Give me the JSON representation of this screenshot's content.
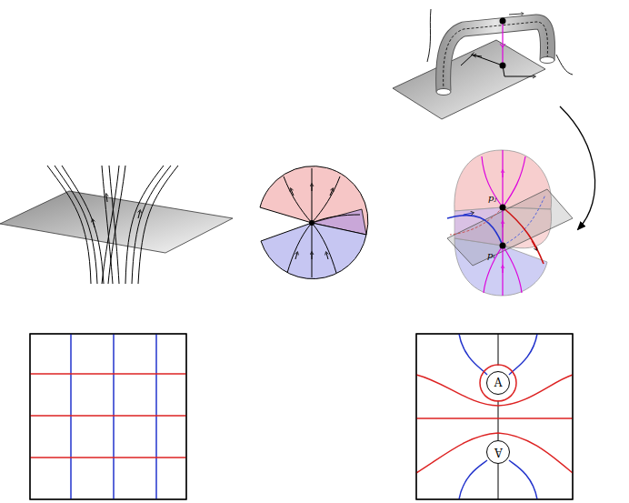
{
  "diagram": {
    "nodes": [
      {
        "text": [
          "A"
        ]
      },
      {
        "text": [
          "A"
        ]
      }
    ],
    "labels": [
      "pⱼ",
      "pᵢ"
    ]
  }
}
